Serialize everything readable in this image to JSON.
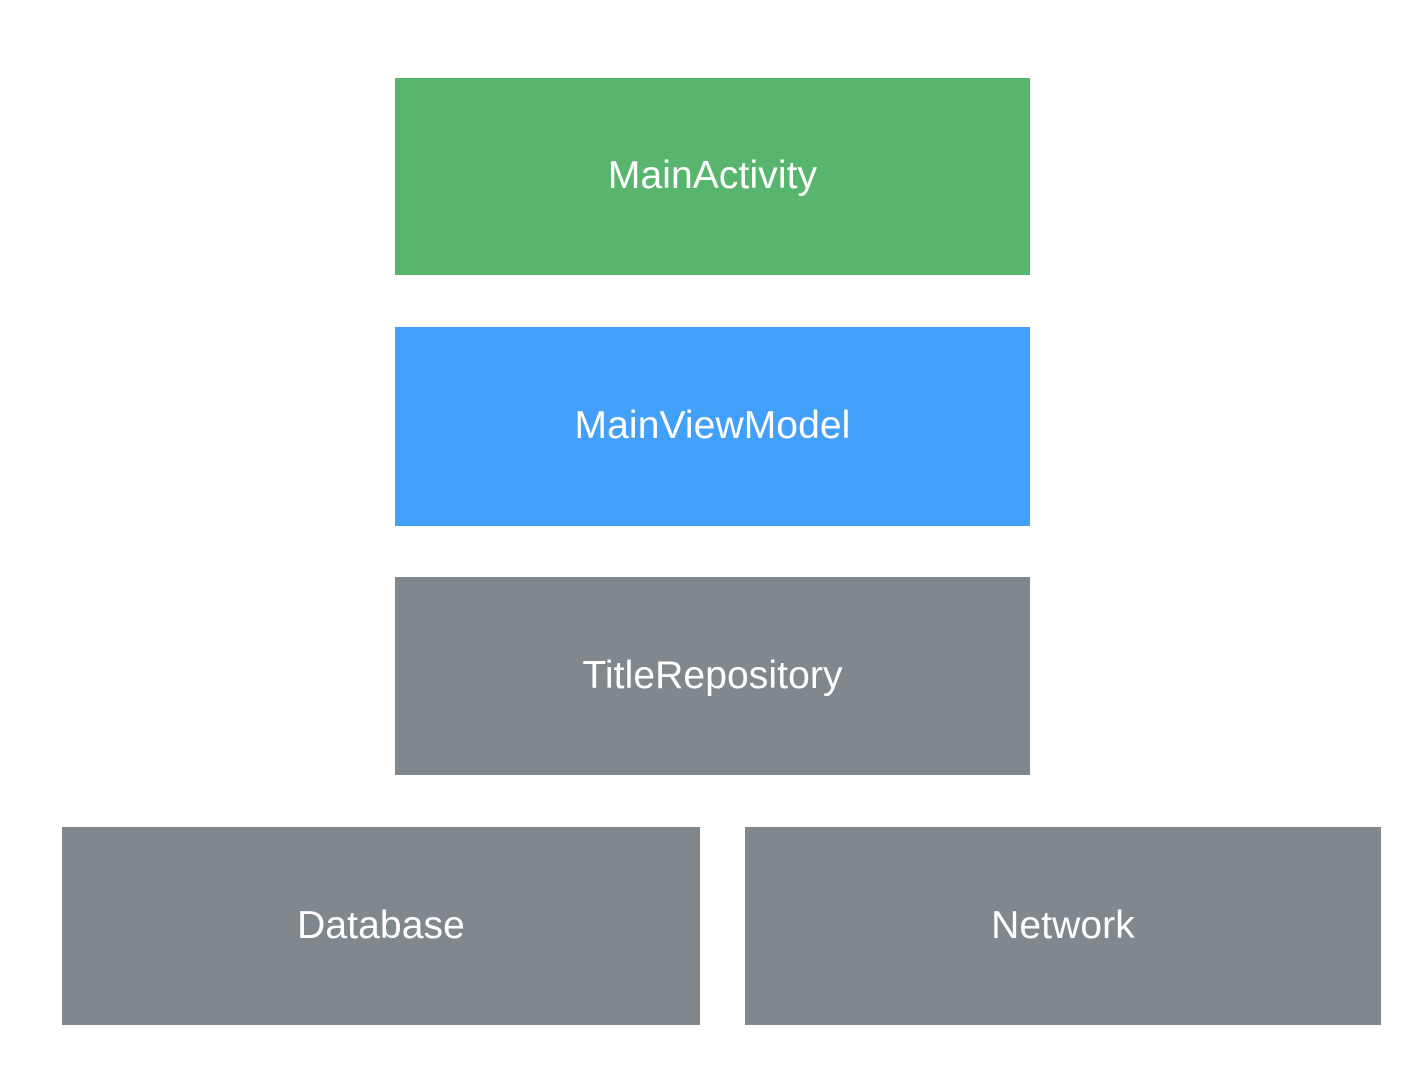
{
  "diagram": {
    "background_color": "#ffffff",
    "label_text_color": "#ffffff",
    "nodes": [
      {
        "id": "main-activity",
        "label": "MainActivity",
        "color": "#58b56e",
        "layer": "ui"
      },
      {
        "id": "main-view-model",
        "label": "MainViewModel",
        "color": "#42a0fa",
        "layer": "viewmodel"
      },
      {
        "id": "title-repository",
        "label": "TitleRepository",
        "color": "#81888d",
        "layer": "repository"
      },
      {
        "id": "database",
        "label": "Database",
        "color": "#81888d",
        "layer": "data-source"
      },
      {
        "id": "network",
        "label": "Network",
        "color": "#81888d",
        "layer": "data-source"
      }
    ]
  }
}
